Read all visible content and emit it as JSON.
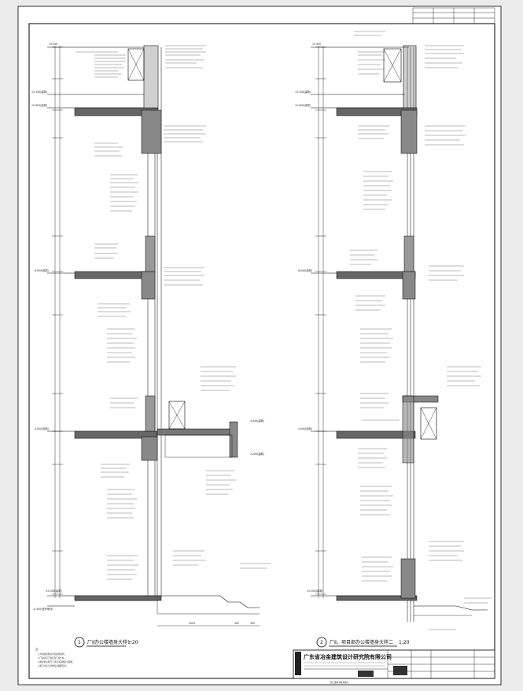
{
  "drawing": {
    "company": "广东省冶金建筑设计研究院有限公司",
    "bottom_strip": "施工图审查批准编号："
  },
  "detail1": {
    "number": "1",
    "title": "厂Ⅱ办公楼墙身大样一",
    "scale": "1:20",
    "elev_top": "13.500",
    "elev_roof": "12.600(结构)",
    "elev_roof2": "13.150(建筑)",
    "elev_mid": "8.000(结构)",
    "elev_4": "4.000(结构)",
    "elev_ground": "±0.000(建筑)",
    "elev_outside": "-0.450(室外地坪)",
    "elev_canopy_top": "4.300(建筑)",
    "elev_canopy_bot": "3.200(建筑)",
    "dim_bottom1": "2000",
    "dim_bottom2": "300",
    "dim_bottom3": "300"
  },
  "detail2": {
    "number": "2",
    "title": "厂Ⅱ、项目部办公楼墙身大样二",
    "scale": "1:20",
    "elev_top": "13.500",
    "elev_roof": "12.600(结构)",
    "elev_roof2": "13.150(建筑)",
    "elev_mid": "8.000(结构)",
    "elev_4": "4.000(结构)",
    "elev_ground": "±0.000(建筑)"
  },
  "notes": {
    "heading": "注：",
    "lines": [
      "1.外墙保温做法详见建施说明。",
      "2.门窗详见门窗表及门窗大样。",
      "3.图中未注明尺寸详见平面图及立面图。",
      "4.施工时应与结构专业图纸配合。"
    ]
  }
}
